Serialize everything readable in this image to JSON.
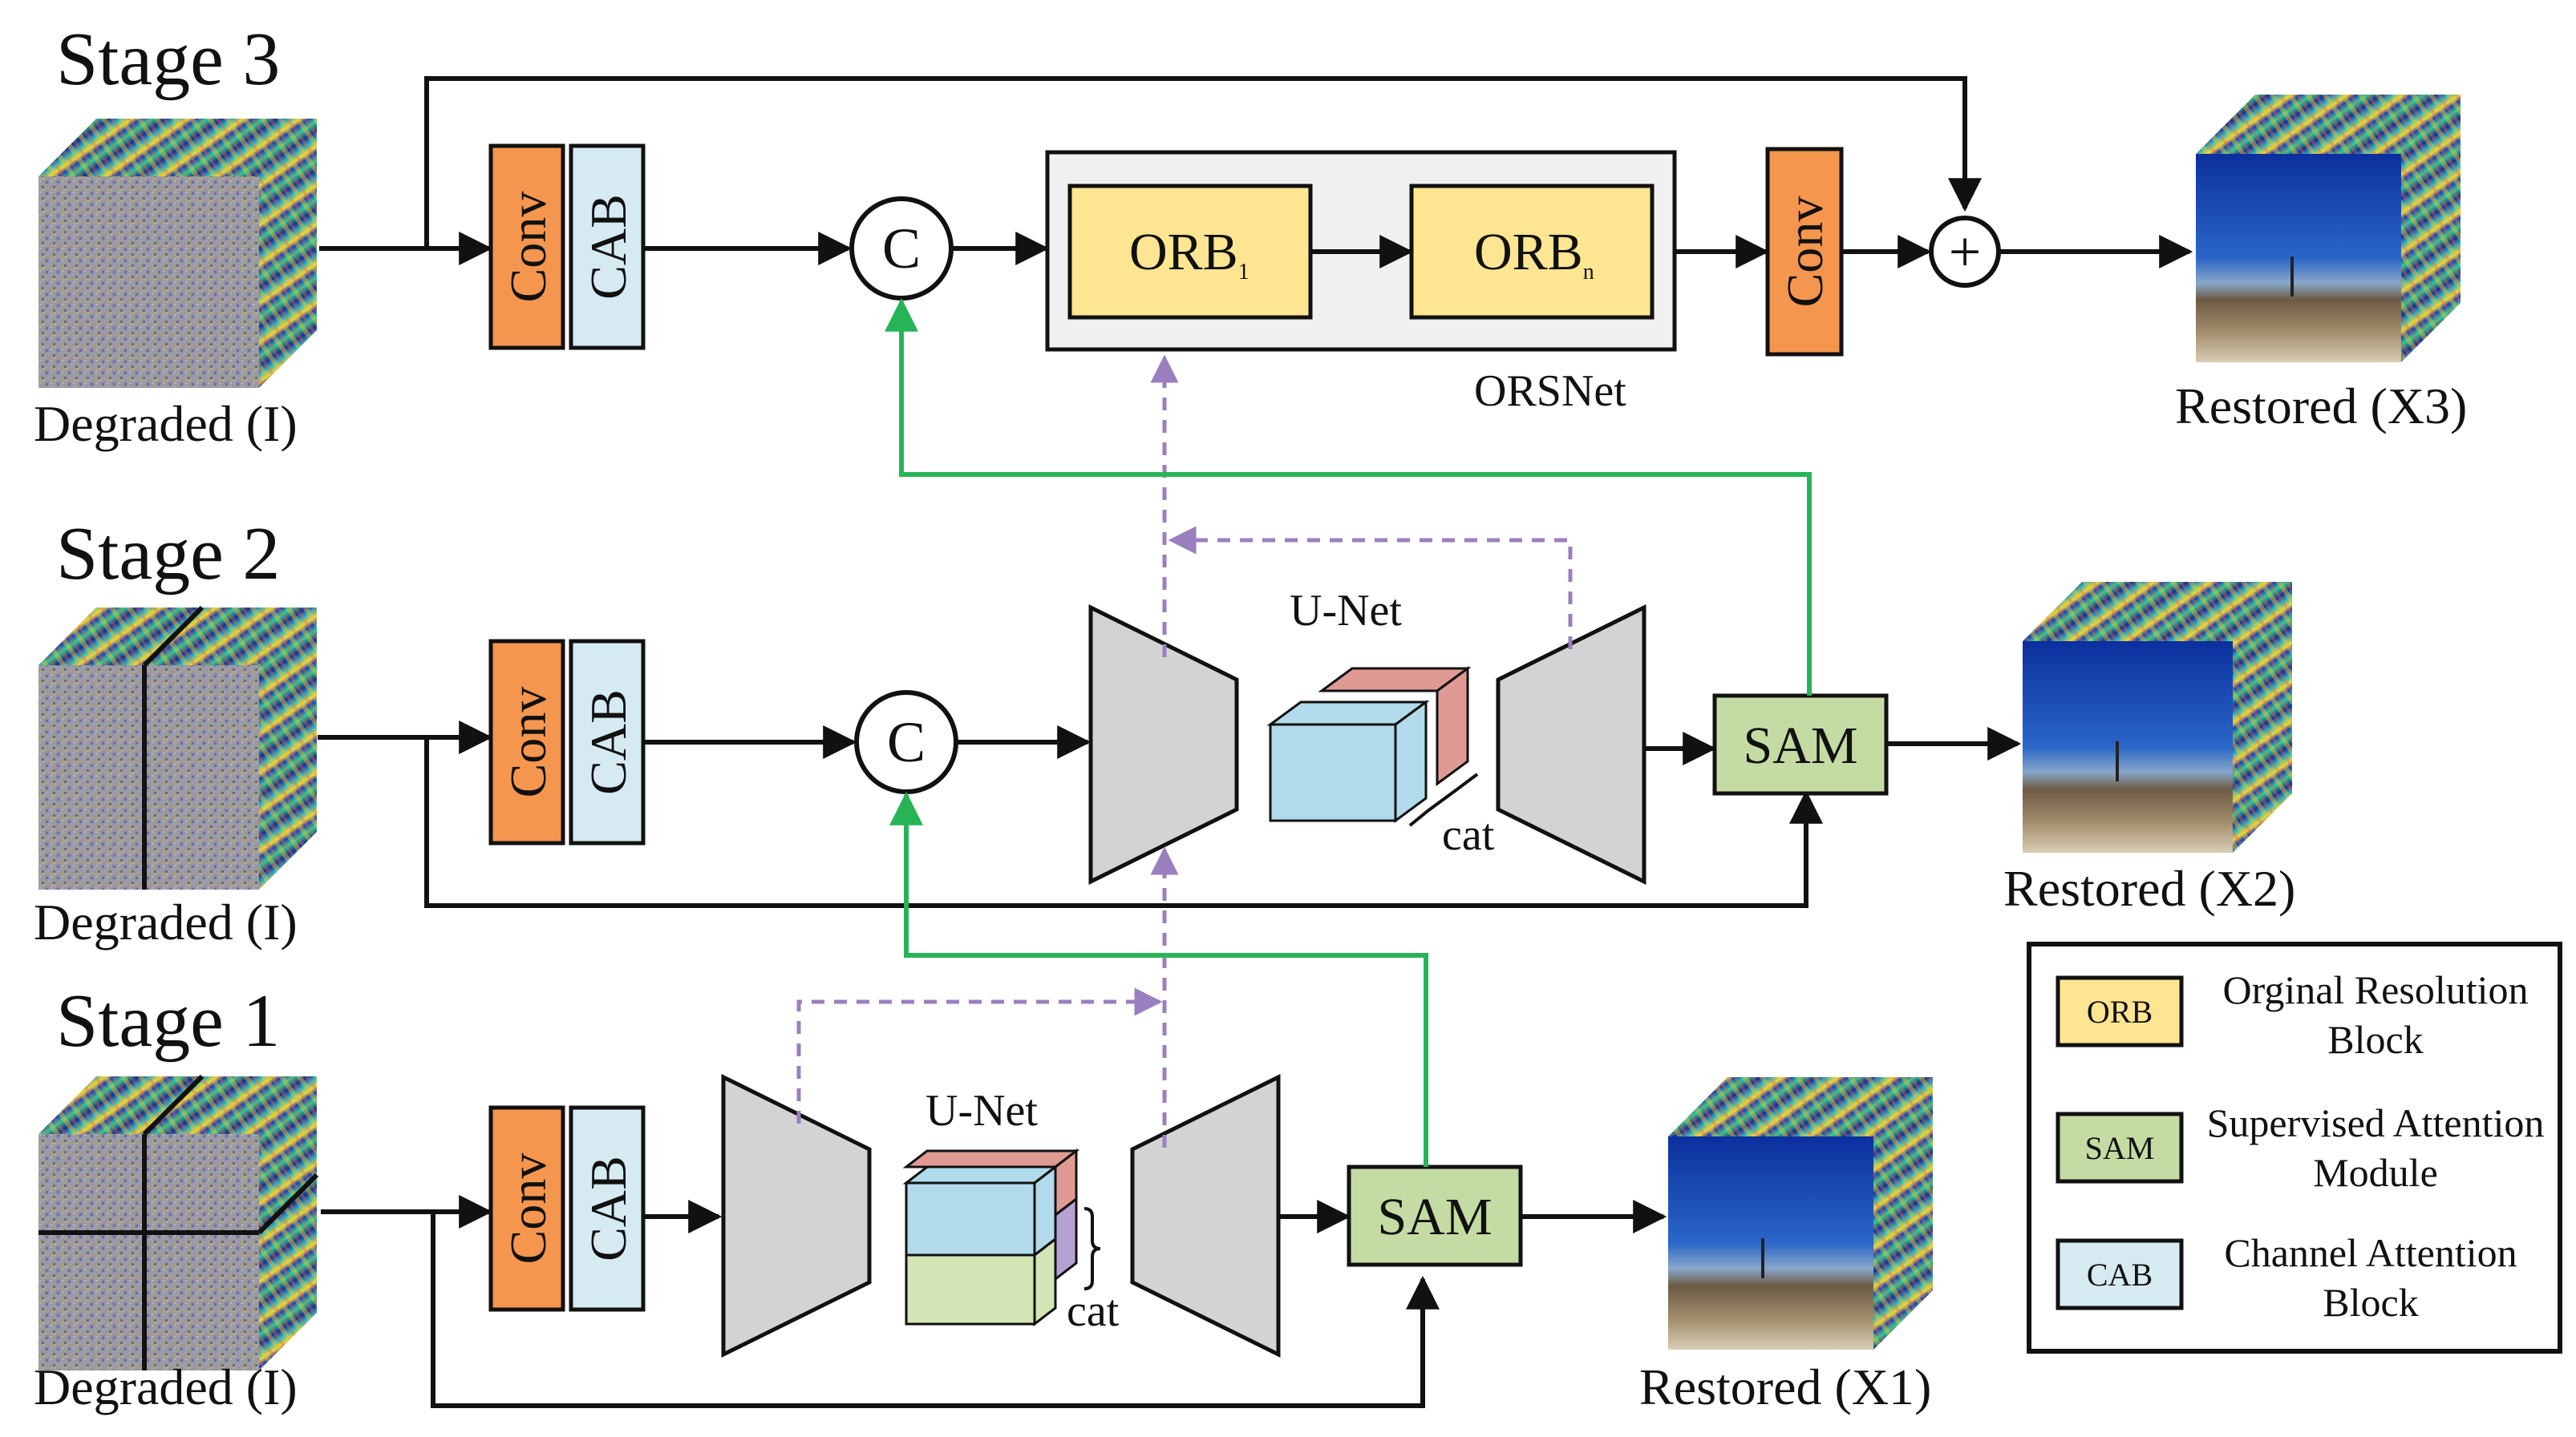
{
  "stages": [
    {
      "label": "Stage 3",
      "input_caption": "Degraded (I)",
      "output_caption": "Restored (X3)"
    },
    {
      "label": "Stage 2",
      "input_caption": "Degraded (I)",
      "output_caption": "Restored (X2)"
    },
    {
      "label": "Stage 1",
      "input_caption": "Degraded (I)",
      "output_caption": "Restored (X1)"
    }
  ],
  "blocks": {
    "conv": "Conv",
    "cab": "CAB",
    "concat": "C",
    "orb_main": "ORB",
    "orb_sub_1": "1",
    "orb_sub_n": "n",
    "orsnet": "ORSNet",
    "sam": "SAM",
    "unet": "U-Net",
    "cat": "cat",
    "add": "+"
  },
  "legend": [
    {
      "key": "ORB",
      "line1": "Orginal Resolution",
      "line2": "Block",
      "color": "#fde591"
    },
    {
      "key": "SAM",
      "line1": "Supervised Attention",
      "line2": "Module",
      "color": "#c5dba4"
    },
    {
      "key": "CAB",
      "line1": "Channel Attention",
      "line2": "Block",
      "color": "#d6eaf2"
    }
  ],
  "colors": {
    "conv": "#f5964f",
    "cab": "#d6eaf2",
    "orb": "#fde591",
    "sam": "#c5dba4",
    "encoder": "#d3d3d3",
    "orsnet_bg": "#f0f0f0",
    "green_line": "#27b456",
    "purple_dashed": "#9a7fbf",
    "cube_blue": "#b1dbea",
    "cube_red": "#e09a94",
    "cube_green": "#d4e5b5",
    "cube_purple": "#b6a1d3"
  }
}
